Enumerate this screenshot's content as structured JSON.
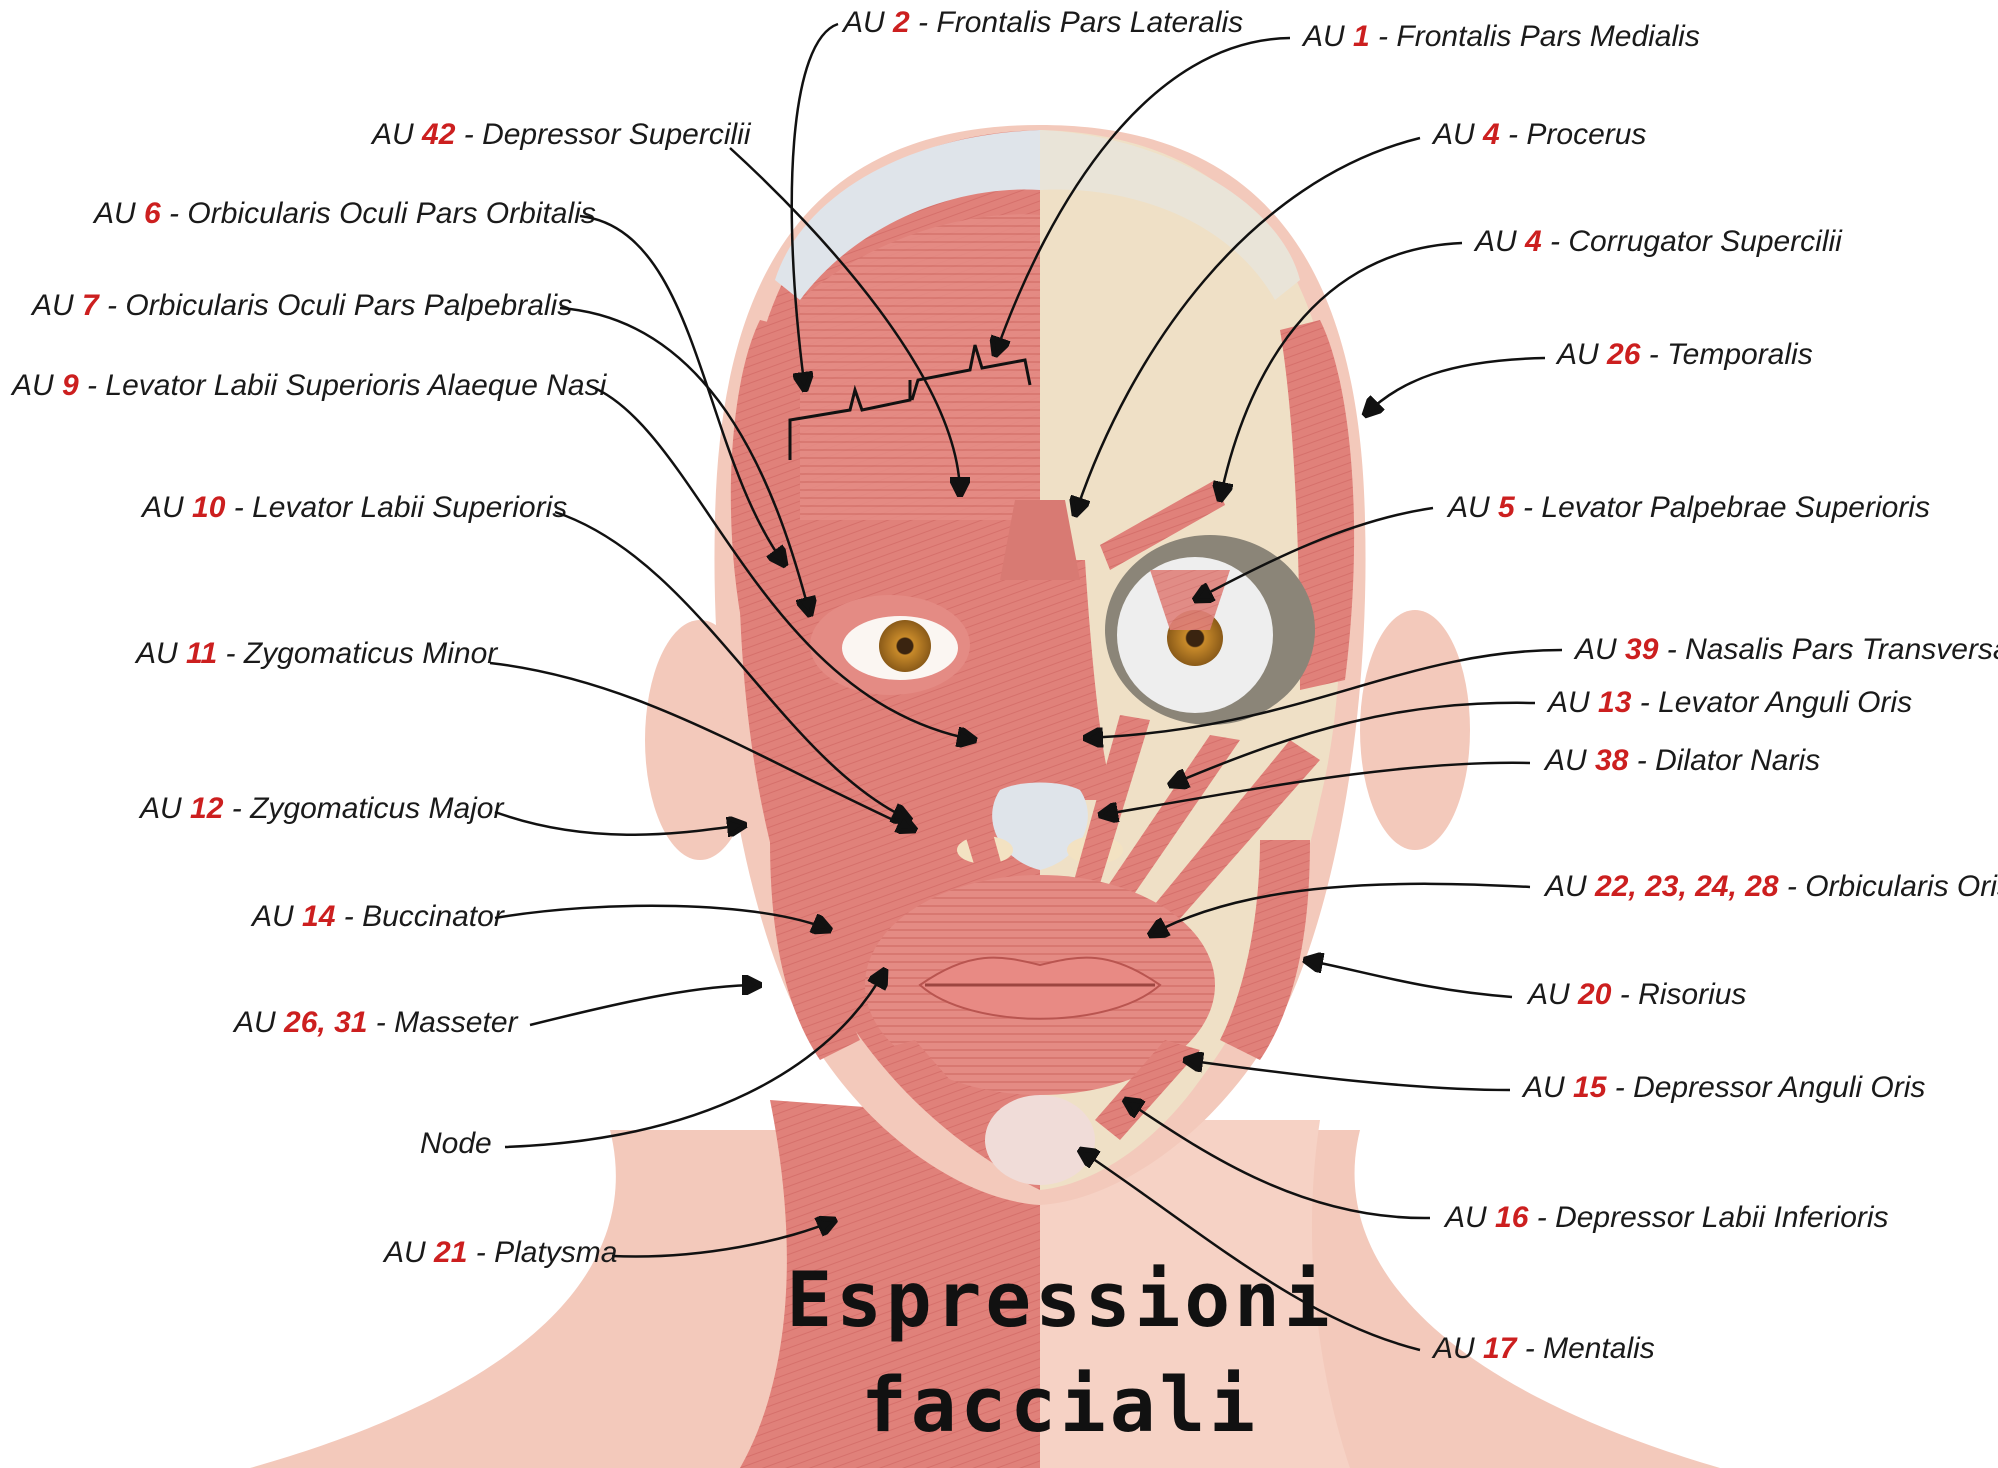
{
  "diagram": {
    "left_labels": [
      {
        "prefix": "AU",
        "au": "42",
        "name": "Depressor Supercilii"
      },
      {
        "prefix": "AU",
        "au": "6",
        "name": "Orbicularis Oculi Pars Orbitalis"
      },
      {
        "prefix": "AU",
        "au": "7",
        "name": "Orbicularis Oculi Pars Palpebralis"
      },
      {
        "prefix": "AU",
        "au": "9",
        "name": "Levator Labii Superioris Alaeque Nasi"
      },
      {
        "prefix": "AU",
        "au": "10",
        "name": "Levator Labii Superioris"
      },
      {
        "prefix": "AU",
        "au": "11",
        "name": "Zygomaticus Minor"
      },
      {
        "prefix": "AU",
        "au": "12",
        "name": "Zygomaticus Major"
      },
      {
        "prefix": "AU",
        "au": "14",
        "name": "Buccinator"
      },
      {
        "prefix": "AU",
        "au": "26, 31",
        "name": "Masseter"
      },
      {
        "prefix": "",
        "au": "",
        "name": "Node"
      },
      {
        "prefix": "AU",
        "au": "21",
        "name": "Platysma"
      }
    ],
    "top_labels": [
      {
        "prefix": "AU",
        "au": "2",
        "name": "Frontalis Pars Lateralis"
      },
      {
        "prefix": "AU",
        "au": "1",
        "name": "Frontalis Pars Medialis"
      }
    ],
    "right_labels": [
      {
        "prefix": "AU",
        "au": "4",
        "name": "Procerus"
      },
      {
        "prefix": "AU",
        "au": "4",
        "name": "Corrugator Supercilii"
      },
      {
        "prefix": "AU",
        "au": "26",
        "name": "Temporalis"
      },
      {
        "prefix": "AU",
        "au": "5",
        "name": "Levator Palpebrae Superioris"
      },
      {
        "prefix": "AU",
        "au": "39",
        "name": "Nasalis Pars Transversa"
      },
      {
        "prefix": "AU",
        "au": "13",
        "name": "Levator Anguli Oris"
      },
      {
        "prefix": "AU",
        "au": "38",
        "name": "Dilator Naris"
      },
      {
        "prefix": "AU",
        "au": "22, 23, 24, 28",
        "name": "Orbicularis Oris"
      },
      {
        "prefix": "AU",
        "au": "20",
        "name": "Risorius"
      },
      {
        "prefix": "AU",
        "au": "15",
        "name": "Depressor Anguli Oris"
      },
      {
        "prefix": "AU",
        "au": "16",
        "name": "Depressor Labii Inferioris"
      },
      {
        "prefix": "AU",
        "au": "17",
        "name": "Mentalis"
      }
    ],
    "title_line1": "Espressioni",
    "title_line2": "facciali"
  },
  "colors": {
    "muscle": "#e0817a",
    "muscle_dark": "#c9605b",
    "skin": "#f3c9bb",
    "bone": "#efe0c6",
    "tendon": "#dfe4ea",
    "au_number": "#cc1f1f",
    "iris": "#c88a2a"
  }
}
